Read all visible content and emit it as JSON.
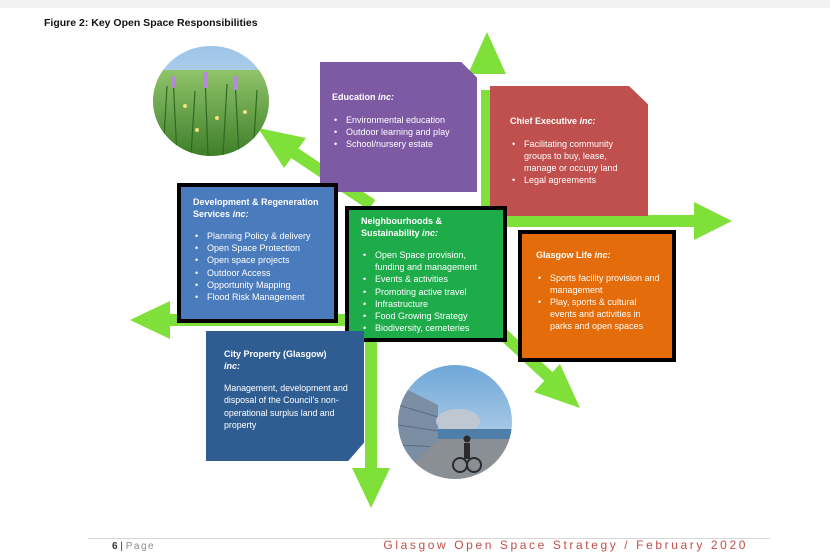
{
  "figure_title": "Figure 2: Key Open Space Responsibilities",
  "boxes": {
    "education": {
      "title": "Education",
      "inc": "inc:",
      "items": [
        "Environmental education",
        "Outdoor learning and play",
        "School/nursery estate"
      ]
    },
    "chief_executive": {
      "title": "Chief Executive",
      "inc": "inc:",
      "items": [
        "Facilitating community groups to buy, lease, manage or occupy land",
        "Legal agreements"
      ]
    },
    "development": {
      "title": "Development & Regeneration Services",
      "inc": "inc:",
      "items": [
        "Planning Policy & delivery",
        "Open Space Protection",
        "Open space projects",
        "Outdoor Access",
        "Opportunity Mapping",
        "Flood Risk Management"
      ]
    },
    "neighbourhoods": {
      "title": "Neighbourhoods & Sustainability",
      "inc": "inc:",
      "items": [
        "Open Space provision, funding and management",
        "Events & activities",
        "Promoting active travel",
        "Infrastructure",
        "Food Growing Strategy",
        "Biodiversity, cemeteries"
      ]
    },
    "glasgow_life": {
      "title": "Glasgow Life",
      "inc": "inc:",
      "items": [
        "Sports facility provision and management",
        "Play, sports & cultural events and activities in parks and open spaces"
      ]
    },
    "city_property": {
      "title": "City Property (Glasgow)",
      "inc": "inc:",
      "body": "Management, development and disposal of the Council's non-operational surplus land and property"
    }
  },
  "colors": {
    "arrow_green": "#7ee038",
    "education": "#7e5aa5",
    "chief_executive": "#c0504d",
    "development": "#4a7bbd",
    "neighbourhoods": "#1eac4b",
    "glasgow_life": "#e46c0a",
    "city_property": "#2f5d92",
    "footer_text": "#c0504d"
  },
  "footer": {
    "page_number": "6",
    "separator": " | ",
    "page_word": "Page",
    "document": "Glasgow Open Space Strategy / February 2020"
  }
}
